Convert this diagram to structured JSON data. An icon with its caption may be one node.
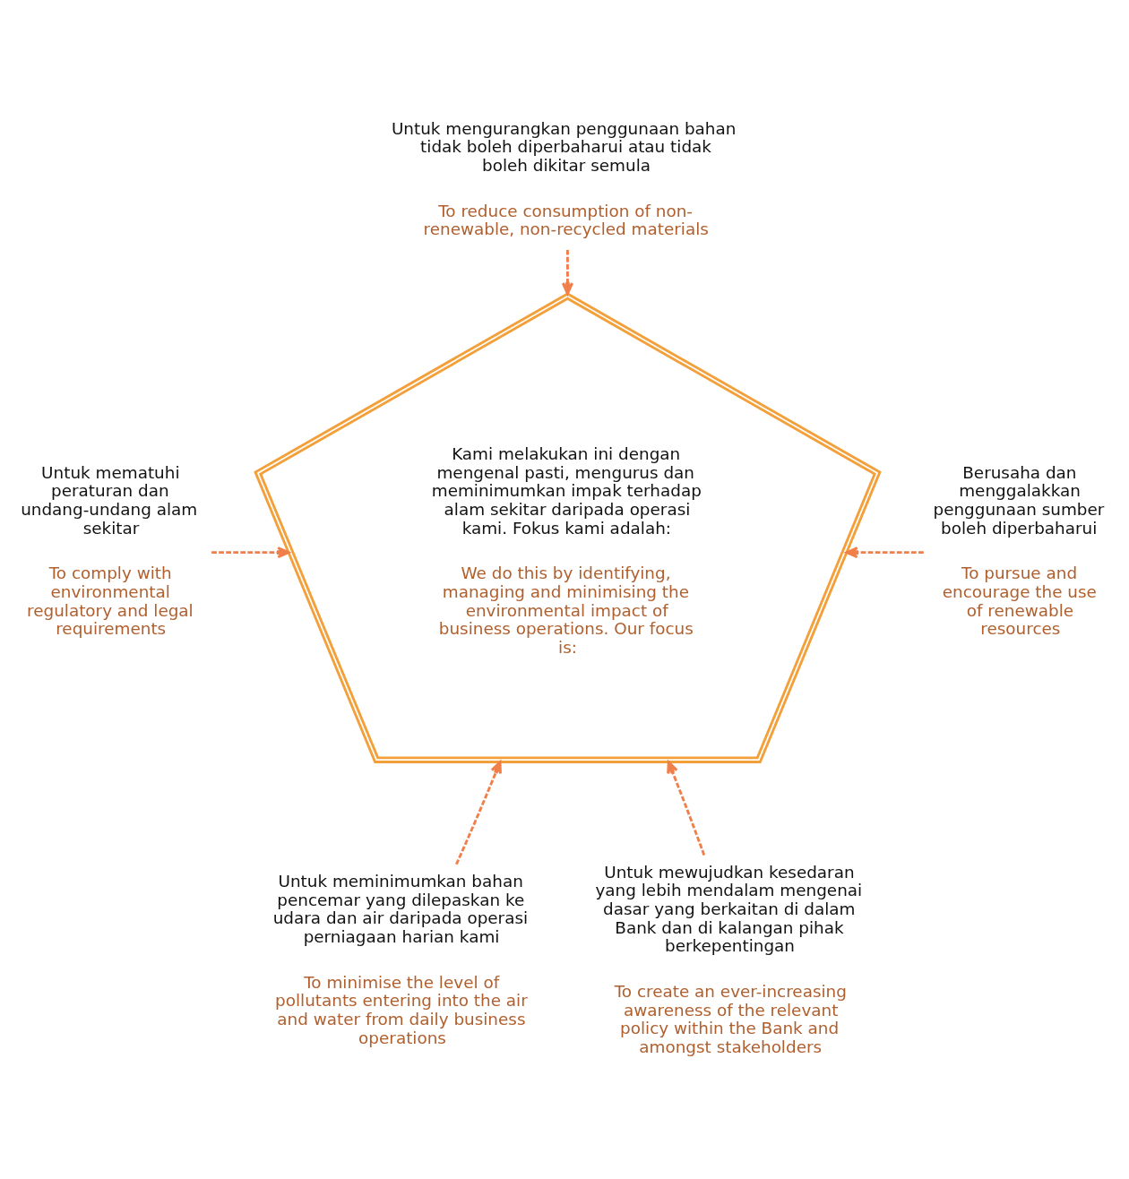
{
  "diagram": {
    "nodes": [
      {
        "text": [
          "Untuk mengurangkan penggunaan bahan tidak boleh diperbaharui atau tidak boleh dikitar semula",
          "To reduce consumption of non-renewable, non-recycled materials"
        ]
      },
      {
        "text": [
          "Untuk mematuhi peraturan dan undang-undang alam sekitar",
          "To comply with environmental regulatory and legal requirements"
        ]
      },
      {
        "text": [
          "Berusaha dan menggalakkan penggunaan sumber boleh diperbaharui",
          "To pursue and encourage the use of renewable resources"
        ]
      },
      {
        "text": [
          "Kami melakukan ini dengan mengenal pasti, mengurus dan meminimumkan impak terhadap alam sekitar daripada operasi kami. Fokus kami adalah:",
          "We do this by identifying, managing and minimising the environmental impact of business operations. Our focus is:"
        ]
      },
      {
        "text": [
          "Untuk meminimumkan bahan pencemar yang dilepaskan ke udara dan air daripada operasi perniagaan harian kami",
          "To minimise the level of pollutants entering into the air and water from daily business operations"
        ]
      },
      {
        "text": [
          "Untuk mewujudkan kesedaran yang lebih mendalam mengenai dasar yang berkaitan di dalam Bank dan di kalangan pihak berkepentingan",
          "To create an ever-increasing awareness of the relevant policy within the Bank and amongst stakeholders"
        ]
      }
    ],
    "edges": [
      {
        "from": 0,
        "to": 3,
        "arrow": "to",
        "style": "dashed"
      },
      {
        "from": 1,
        "to": 3,
        "arrow": "to",
        "style": "dashed"
      },
      {
        "from": 2,
        "to": 3,
        "arrow": "to",
        "style": "dashed"
      },
      {
        "from": 4,
        "to": 3,
        "arrow": "to",
        "style": "dashed"
      },
      {
        "from": 5,
        "to": 3,
        "arrow": "to",
        "style": "dashed"
      }
    ]
  }
}
